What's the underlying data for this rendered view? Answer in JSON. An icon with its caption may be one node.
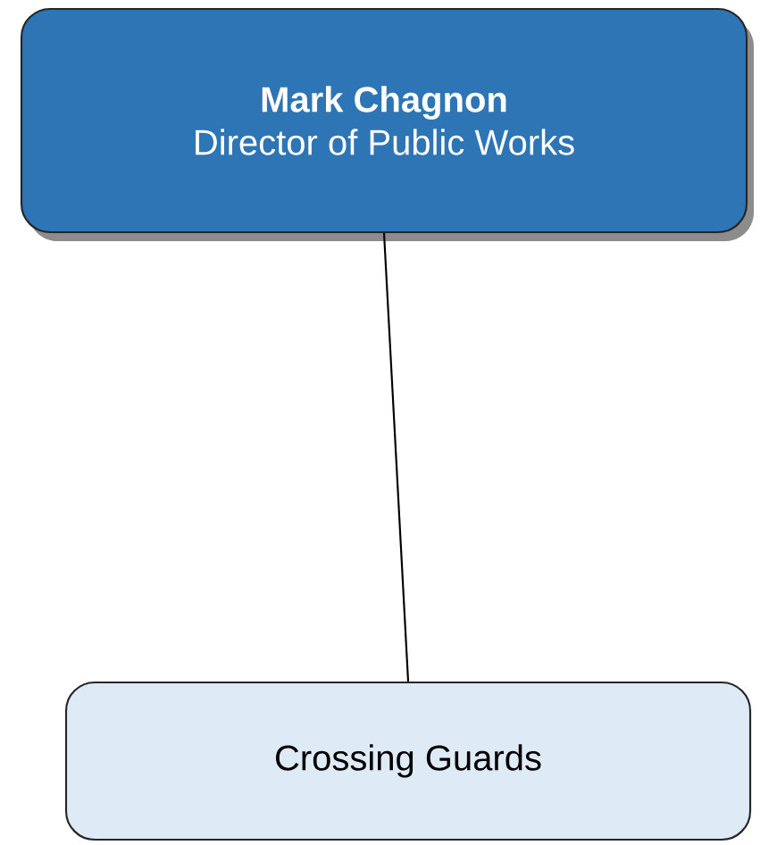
{
  "diagram": {
    "nodes": [
      {
        "text": [
          "Mark Chagnon",
          "Director of Public Works"
        ]
      },
      {
        "text": [
          "Crossing Guards"
        ]
      }
    ],
    "edges": [
      {
        "from": 0,
        "to": 1,
        "arrow": "none"
      }
    ]
  }
}
